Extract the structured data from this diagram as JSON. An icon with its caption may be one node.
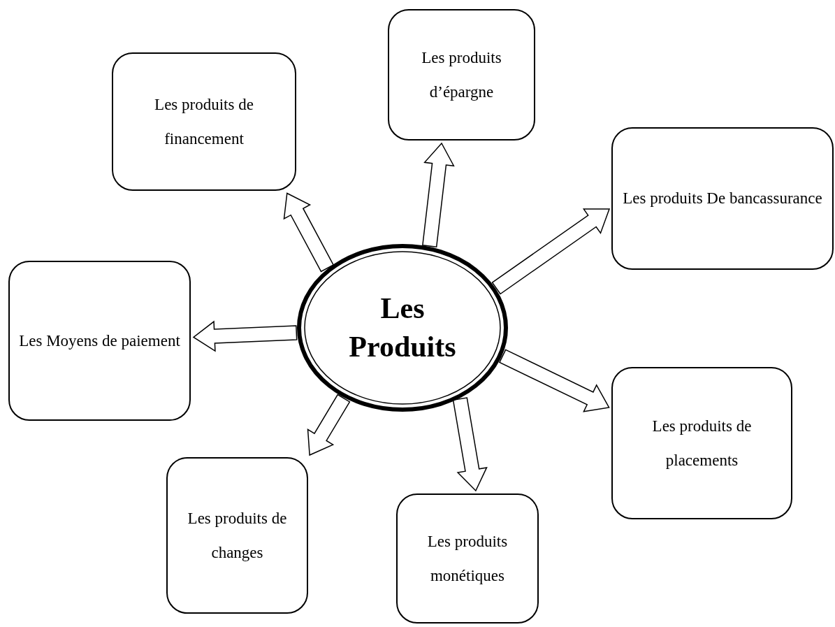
{
  "diagram": {
    "nodes": [
      {
        "text": [
          "Les Produits"
        ]
      },
      {
        "text": [
          "Les produits d’épargne"
        ]
      },
      {
        "text": [
          "Les produits de financement"
        ]
      },
      {
        "text": [
          "Les produits De bancassurance"
        ]
      },
      {
        "text": [
          "Les Moyens de paiement"
        ]
      },
      {
        "text": [
          "Les produits de placements"
        ]
      },
      {
        "text": [
          "Les produits de changes"
        ]
      },
      {
        "text": [
          "Les produits monétiques"
        ]
      }
    ],
    "edges": [
      {
        "from": 0,
        "to": 1,
        "arrow": "to"
      },
      {
        "from": 0,
        "to": 2,
        "arrow": "to"
      },
      {
        "from": 0,
        "to": 3,
        "arrow": "to"
      },
      {
        "from": 0,
        "to": 4,
        "arrow": "to"
      },
      {
        "from": 0,
        "to": 5,
        "arrow": "to"
      },
      {
        "from": 0,
        "to": 6,
        "arrow": "to"
      },
      {
        "from": 0,
        "to": 7,
        "arrow": "to"
      }
    ]
  }
}
